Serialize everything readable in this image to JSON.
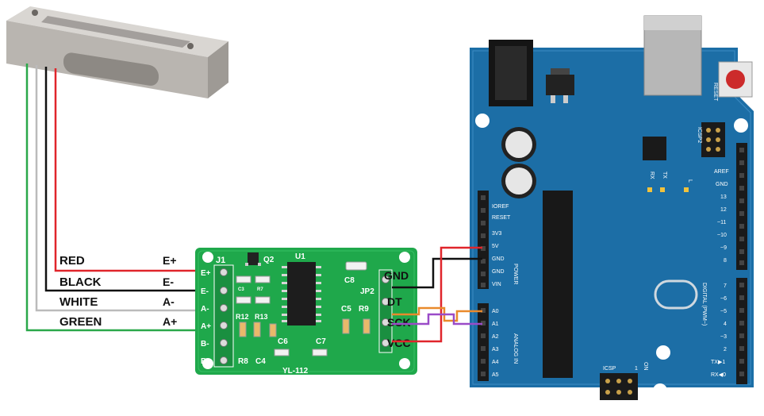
{
  "wire_labels": {
    "red": "RED",
    "black": "BLACK",
    "white": "WHITE",
    "green": "GREEN"
  },
  "hx711": {
    "label": "YL-112",
    "pins_left": [
      "E+",
      "E-",
      "A-",
      "A+",
      "B-",
      "B+"
    ],
    "pin_labels": {
      "e_plus": "E+",
      "e_minus": "E-",
      "a_minus": "A-",
      "a_plus": "A+"
    },
    "pins_right": [
      "GND",
      "DT",
      "SCK",
      "VCC"
    ],
    "components": {
      "j1": "J1",
      "q2": "Q2",
      "u1": "U1",
      "jp2": "JP2",
      "c8": "C8",
      "c5": "C5",
      "r9": "R9",
      "r12": "R12",
      "r13": "R13",
      "c6": "C6",
      "c7": "C7",
      "r8": "R8",
      "c4": "C4",
      "c3": "C3",
      "r7": "R7"
    }
  },
  "arduino": {
    "power_pins": [
      "IOREF",
      "RESET",
      "3V3",
      "5V",
      "GND",
      "GND",
      "VIN"
    ],
    "analog_pins": [
      "A0",
      "A1",
      "A2",
      "A3",
      "A4",
      "A5"
    ],
    "digital_pins": [
      "AREF",
      "GND",
      "13",
      "12",
      "~11",
      "~10",
      "~9",
      "8",
      "7",
      "~6",
      "~5",
      "4",
      "~3",
      "2",
      "TX▶1",
      "RX◀0"
    ],
    "labels": {
      "power": "POWER",
      "analog": "ANALOG IN",
      "digital": "DIGITAL (PWM~)",
      "icsp": "ICSP",
      "icsp2": "ICSP2",
      "reset": "RESET",
      "tx": "TX",
      "rx": "RX",
      "l": "L",
      "on": "ON",
      "one": "1"
    }
  },
  "colors": {
    "red_wire": "#e0252b",
    "black_wire": "#111111",
    "white_wire": "#cccccc",
    "green_wire": "#2aa84a",
    "orange_wire": "#e98a2c",
    "purple_wire": "#9a4bc8",
    "pcb_green": "#1fa84b",
    "arduino_blue": "#1c6ea6"
  }
}
